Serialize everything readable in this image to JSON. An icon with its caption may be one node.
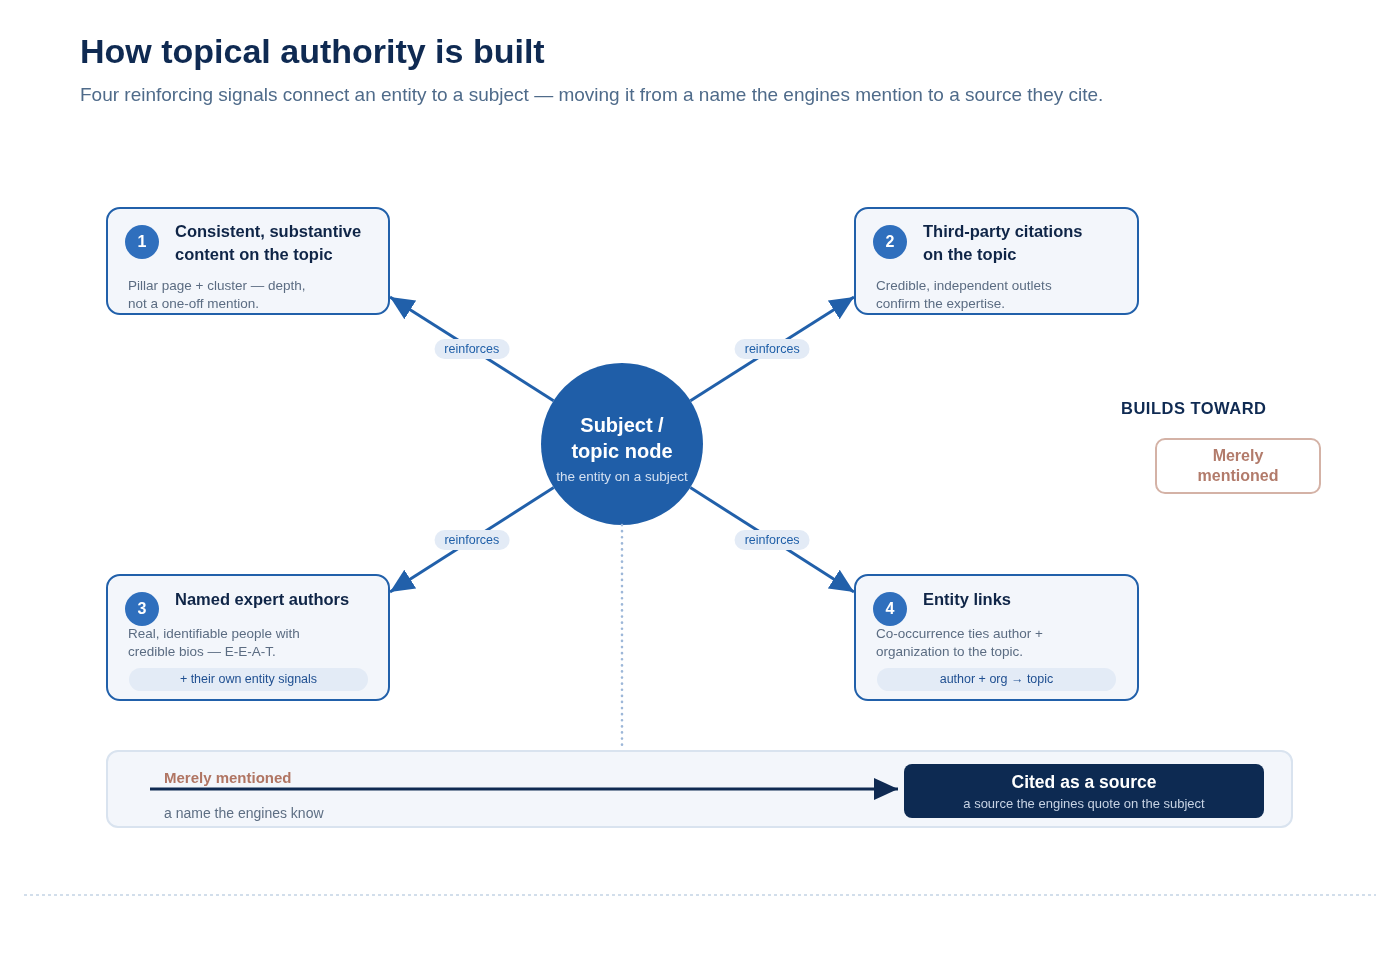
{
  "diagram": {
    "title": "How topical authority is built",
    "caption": "Four reinforcing signals connect an entity to a subject — moving it from a name the engines mention to a source they cite.",
    "nodes": [
      {
        "text": [
          "Consistent, substantive content on the topic",
          "Pillar page + cluster — depth, not a one-off mention."
        ]
      },
      {
        "text": [
          "1"
        ],
        "in": 0
      },
      {
        "text": [
          "Third-party citations on the topic",
          "Credible, independent outlets confirm the expertise."
        ]
      },
      {
        "text": [
          "2"
        ],
        "in": 2
      },
      {
        "text": [
          "Subject / topic node",
          "the entity on a subject"
        ]
      },
      {
        "text": [
          "Merely mentioned"
        ]
      },
      {
        "text": [
          "Named expert authors",
          "Real, identifiable people with credible bios — E-E-A-T."
        ]
      },
      {
        "text": [
          "3"
        ],
        "in": 6
      },
      {
        "text": [
          "+ their own entity signals"
        ],
        "in": 6
      },
      {
        "text": [
          "Entity links",
          "Co-occurrence ties author + organization to the topic."
        ]
      },
      {
        "text": [
          "4"
        ],
        "in": 9
      },
      {
        "text": [
          "author + org → topic"
        ],
        "in": 9
      },
      {
        "text": [],
        "shape": "box"
      },
      {
        "text": [
          "Merely mentioned",
          "a name the engines know"
        ],
        "in": 12
      },
      {
        "text": [
          "Cited as a source",
          "a source the engines quote on the subject"
        ],
        "in": 12
      }
    ],
    "edges": [
      {
        "from": 4,
        "to": 0,
        "arrow": "to",
        "label": "reinforces"
      },
      {
        "from": 4,
        "to": 2,
        "arrow": "to",
        "label": "reinforces"
      },
      {
        "from": 4,
        "to": 6,
        "arrow": "to",
        "label": "reinforces"
      },
      {
        "from": 4,
        "to": 9,
        "arrow": "to",
        "label": "reinforces"
      },
      {
        "from": 4,
        "to": 12,
        "arrow": "none",
        "style": "dashed",
        "color": "#9db7d8"
      },
      {
        "from": 13,
        "to": 14,
        "arrow": "to",
        "color": "#0f2a52"
      }
    ],
    "labels": [
      "BUILDS TOWARD"
    ]
  }
}
